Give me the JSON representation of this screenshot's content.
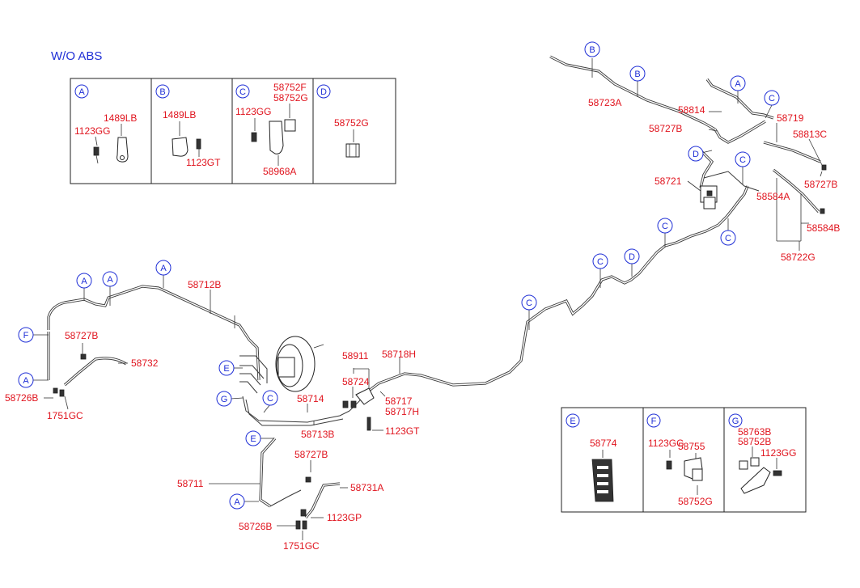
{
  "title": "W/O ABS",
  "detail_boxes": {
    "A": {
      "letter": "A",
      "parts": [
        "1489LB",
        "1123GG"
      ]
    },
    "B": {
      "letter": "B",
      "parts": [
        "1489LB",
        "1123GT"
      ]
    },
    "C": {
      "letter": "C",
      "parts": [
        "58752F",
        "58752G",
        "1123GG",
        "58968A"
      ]
    },
    "D": {
      "letter": "D",
      "parts": [
        "58752G"
      ]
    },
    "E": {
      "letter": "E",
      "parts": [
        "58774"
      ]
    },
    "F": {
      "letter": "F",
      "parts": [
        "58755",
        "1123GG",
        "58752G"
      ]
    },
    "G": {
      "letter": "G",
      "parts": [
        "58763B",
        "58752B",
        "1123GG"
      ]
    }
  },
  "part_labels": [
    "58723A",
    "58814",
    "58727B",
    "58719",
    "58813C",
    "58721",
    "58727B",
    "58584A",
    "58584B",
    "58722G",
    "58712B",
    "58727B",
    "58732",
    "58726B",
    "1751GC",
    "58911",
    "58718H",
    "58724",
    "58714",
    "58717",
    "58717H",
    "58713B",
    "1123GT",
    "58727B",
    "58711",
    "58731A",
    "58726B",
    "1123GP",
    "1751GC"
  ],
  "callouts": [
    "B",
    "B",
    "A",
    "C",
    "D",
    "C",
    "C",
    "C",
    "C",
    "D",
    "C",
    "A",
    "A",
    "A",
    "F",
    "A",
    "E",
    "G",
    "C",
    "E",
    "A"
  ]
}
